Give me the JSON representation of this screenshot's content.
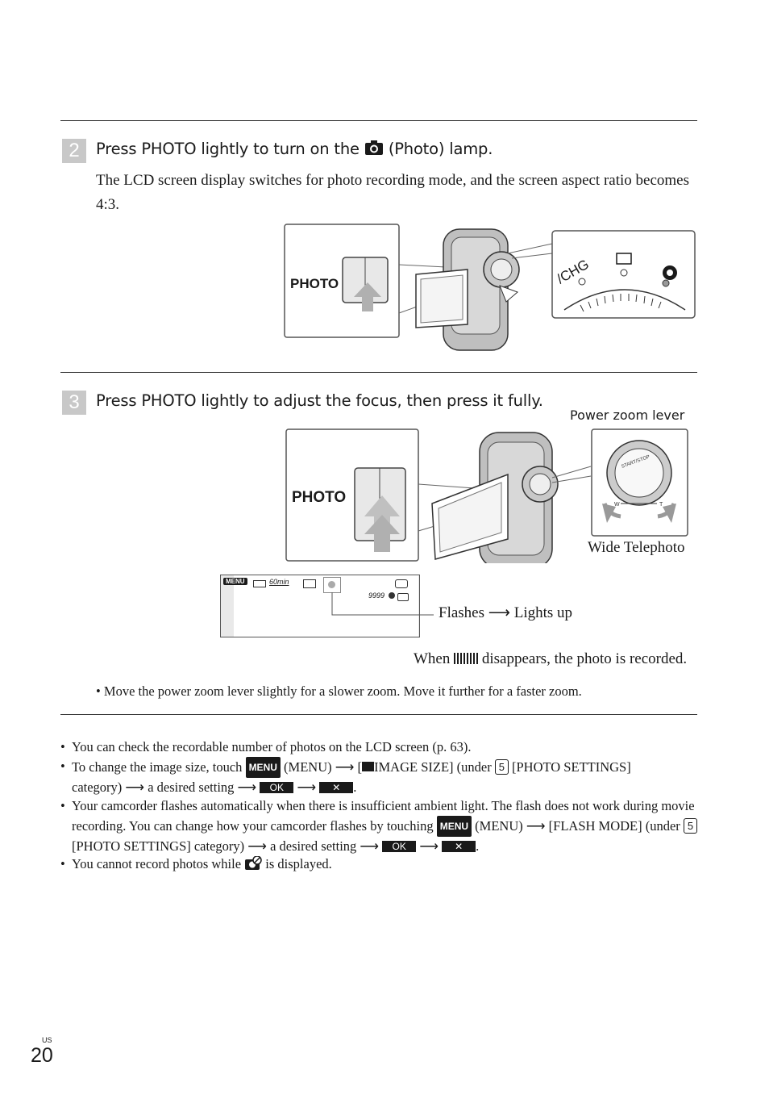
{
  "step2": {
    "number": "2",
    "heading_before": "Press PHOTO lightly to turn on the",
    "heading_after": "(Photo) lamp.",
    "body": "The LCD screen display switches for photo recording mode, and the screen aspect ratio becomes 4:3.",
    "figure": {
      "photo_label": "PHOTO",
      "chg_label": "/CHG"
    }
  },
  "step3": {
    "number": "3",
    "heading": "Press PHOTO lightly to adjust the focus, then press it fully.",
    "figure": {
      "photo_label": "PHOTO",
      "zoom_label": "Power zoom lever",
      "wide_tele_label": "Wide  Telephoto",
      "lever_text": "START/STOP",
      "lever_w": "W",
      "lever_t": "T",
      "lcd": {
        "menu": "MENU",
        "time": "60min",
        "count": "9999"
      },
      "flash_label_before": "Flashes",
      "flash_label_after": "Lights up"
    },
    "recorded_before": "When",
    "recorded_after": "disappears, the photo is recorded.",
    "tip": "Move the power zoom lever slightly for a slower zoom. Move it further for a faster zoom."
  },
  "notes": {
    "n1": "You can check the recordable number of photos on the LCD screen (p. 63).",
    "n2a": "To change the image size, touch",
    "menu_key": "MENU",
    "n2b": "(MENU)",
    "n2c": "[",
    "n2d": "IMAGE SIZE] (under",
    "cat_num": "5",
    "n2e": "[PHOTO SETTINGS]",
    "n2f": "category)",
    "n2g": "a desired setting",
    "ok": "OK",
    "close": "✕",
    "n3a": "Your camcorder flashes automatically when there is insufficient ambient light. The flash does not work during movie recording. You can change how your camcorder flashes by touching",
    "n3b": "(MENU)",
    "n3c": "[FLASH MODE] (under",
    "n3d": "[PHOTO SETTINGS] category)",
    "n3e": "a desired setting",
    "n4a": "You cannot record photos while",
    "n4b": "is displayed."
  },
  "footer": {
    "region": "US",
    "page": "20"
  }
}
